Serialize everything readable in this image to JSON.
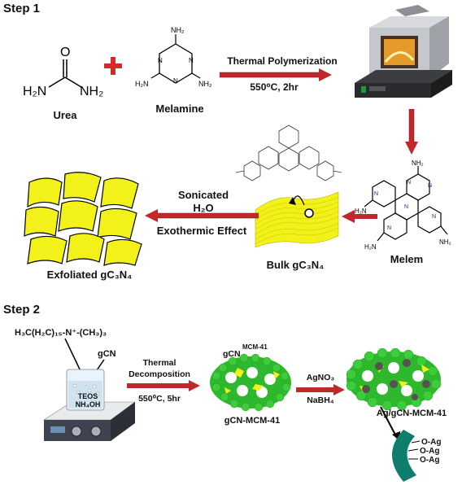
{
  "step1": {
    "title": "Step 1",
    "urea_label": "Urea",
    "melamine_label": "Melamine",
    "arrow1_top": "Thermal Polymerization",
    "arrow1_bottom": "550⁰C, 2hr",
    "melem_label": "Melem",
    "bulk_label": "Bulk gC₃N₄",
    "exfoliated_label": "Exfoliated gC₃N₄",
    "arrow3_line1": "Sonicated",
    "arrow3_line2": "H₂O",
    "arrow3_line3": "Exothermic Effect"
  },
  "step2": {
    "title": "Step 2",
    "surfactant_label": "H₃C(H₂C)₁₅-N⁺-(CH₃)₃",
    "gcn_label": "gCN",
    "beaker_line1": "TEOS",
    "beaker_line2": "NH₄OH",
    "arrow4_line1": "Thermal",
    "arrow4_line2": "Decomposition",
    "arrow4_line3": "550⁰C, 5hr",
    "gcn_mcm_small": "gCN",
    "mcm41_small": "MCM-41",
    "gcn_mcm_label": "gCN-MCM-41",
    "arrow5_top": "AgNO₃",
    "arrow5_bottom": "NaBH₄",
    "ag_label": "Ag/gCN-MCM-41",
    "oag1": "O-Ag",
    "oag2": "O-Ag",
    "oag3": "O-Ag"
  },
  "colors": {
    "arrow_red": "#c0282c",
    "plus_red": "#d42a2a",
    "green": "#2db82d",
    "yellow": "#f2f21a",
    "teal": "#0e7d6b"
  }
}
